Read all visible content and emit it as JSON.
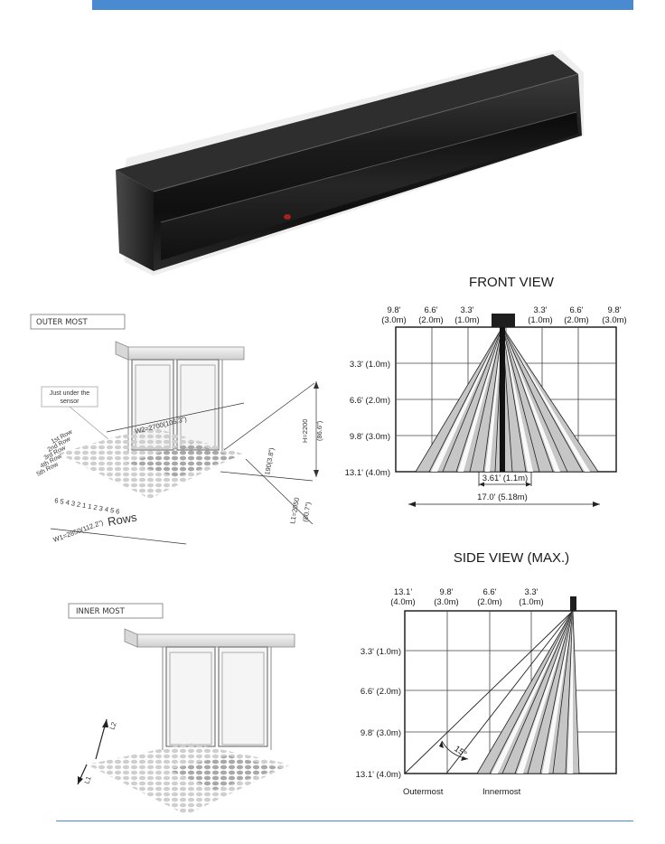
{
  "front_view": {
    "title": "FRONT VIEW",
    "top_labels": [
      {
        "ft": "9.8'",
        "m": "(3.0m)"
      },
      {
        "ft": "6.6'",
        "m": "(2.0m)"
      },
      {
        "ft": "3.3'",
        "m": "(1.0m)"
      },
      {
        "ft": "3.3'",
        "m": "(1.0m)"
      },
      {
        "ft": "6.6'",
        "m": "(2.0m)"
      },
      {
        "ft": "9.8'",
        "m": "(3.0m)"
      }
    ],
    "left_labels": [
      "3.3' (1.0m)",
      "6.6' (2.0m)",
      "9.8' (3.0m)",
      "13.1' (4.0m)"
    ],
    "inner_width": "3.61' (1.1m)",
    "total_width": "17.0' (5.18m)"
  },
  "side_view": {
    "title": "SIDE VIEW (MAX.)",
    "top_labels": [
      {
        "ft": "13.1'",
        "m": "(4.0m)"
      },
      {
        "ft": "9.8'",
        "m": "(3.0m)"
      },
      {
        "ft": "6.6'",
        "m": "(2.0m)"
      },
      {
        "ft": "3.3'",
        "m": "(1.0m)"
      }
    ],
    "left_labels": [
      "3.3' (1.0m)",
      "6.6' (2.0m)",
      "9.8' (3.0m)",
      "13.1' (4.0m)"
    ],
    "angle": "15°",
    "bottom_labels": [
      "Outermost",
      "Innermost"
    ]
  },
  "outer_most": {
    "box_label": "OUTER MOST",
    "callout": [
      "Just under the",
      "sensor"
    ],
    "row_labels": [
      "1st Row",
      "2nd Row",
      "3rd Row",
      "4th Row",
      "5th Row"
    ],
    "numbers": "6 5 4 3 2 1 1 2 3 4 5 6",
    "rows_label": "Rows",
    "w2": "W2=2700(106.3\")",
    "h": "H=2200",
    "h_in": "(86.6\")",
    "d190": "190(3.8\")",
    "l1": "L1=2050",
    "l1_in": "(80.7\")",
    "w1": "W1=2850(112.2\")"
  },
  "inner_most": {
    "box_label": "INNER MOST",
    "l1": "L1",
    "l2": "L2"
  },
  "colors": {
    "accent": "#4a8ad0",
    "zone_fill": "#c8c8c8",
    "sensor_body": "#1e1e1e"
  }
}
